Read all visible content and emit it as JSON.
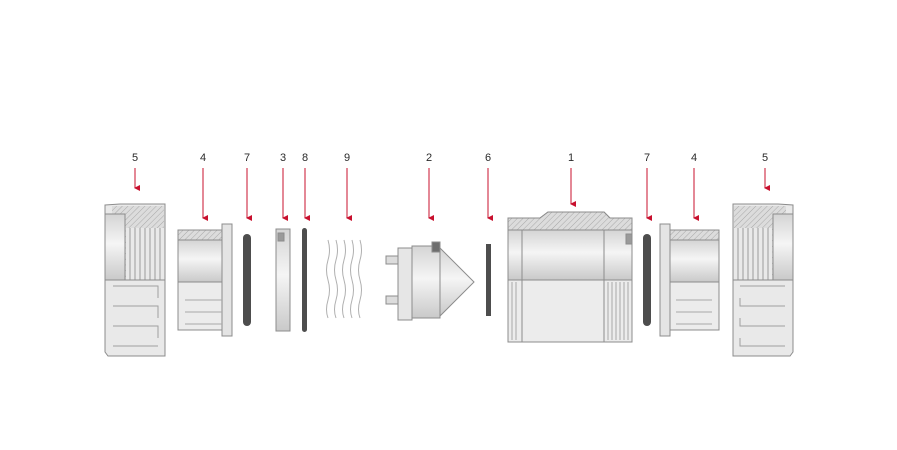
{
  "callouts": [
    {
      "id": "c5a",
      "label": "5"
    },
    {
      "id": "c4a",
      "label": "4"
    },
    {
      "id": "c7a",
      "label": "7"
    },
    {
      "id": "c3",
      "label": "3"
    },
    {
      "id": "c8",
      "label": "8"
    },
    {
      "id": "c9",
      "label": "9"
    },
    {
      "id": "c2",
      "label": "2"
    },
    {
      "id": "c6",
      "label": "6"
    },
    {
      "id": "c1",
      "label": "1"
    },
    {
      "id": "c7b",
      "label": "7"
    },
    {
      "id": "c4b",
      "label": "4"
    },
    {
      "id": "c5b",
      "label": "5"
    }
  ],
  "colors": {
    "arrow": "#c8102e",
    "outline": "#8c8c8c",
    "body": "#e6e6e6",
    "hatch": "#b5b5b5",
    "oring": "#4a4a4a",
    "label": "#2a2a2a"
  }
}
